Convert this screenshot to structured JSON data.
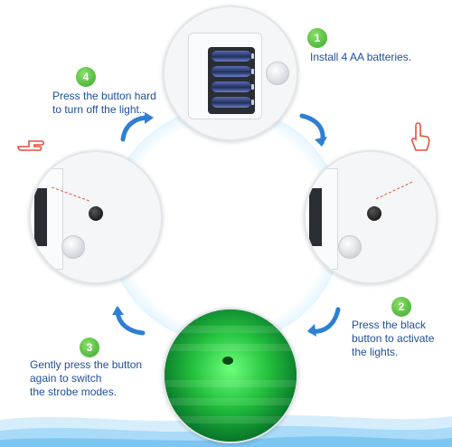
{
  "steps": [
    {
      "number": "1",
      "text_lines": [
        "Install 4 AA batteries."
      ]
    },
    {
      "number": "2",
      "text_lines": [
        "Press the black",
        "button to activate",
        "the lights."
      ]
    },
    {
      "number": "3",
      "text_lines": [
        "Gently press the button",
        "again to switch",
        "the strobe modes."
      ]
    },
    {
      "number": "4",
      "text_lines": [
        "Press the button hard",
        "to turn off the light.."
      ]
    }
  ],
  "icons": {
    "arrow": "curved-arrow",
    "hand": "pointing-hand"
  },
  "colors": {
    "accent_blue": "#2e7fd3",
    "badge_green": "#3aa82d",
    "caption_blue": "#1d4f9c",
    "light_green": "#24c23d",
    "hand_red": "#e0523f"
  }
}
